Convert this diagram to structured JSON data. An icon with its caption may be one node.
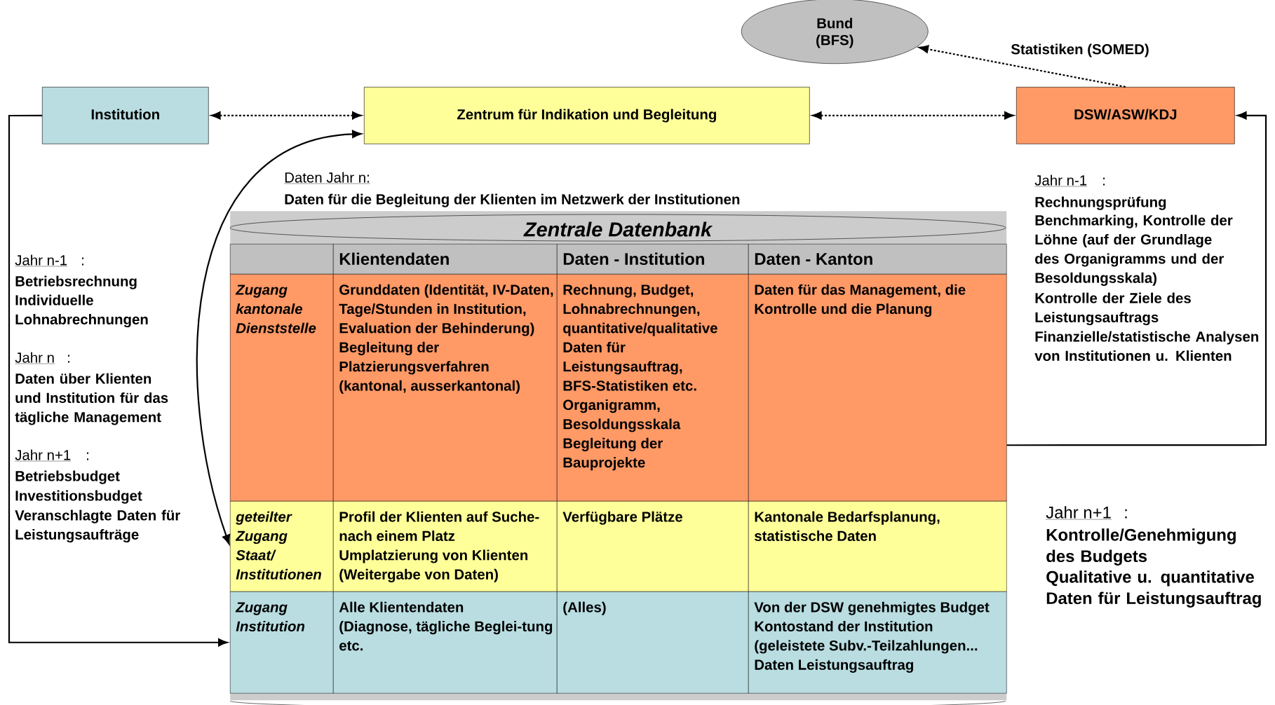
{
  "diagram": {
    "nodes": [
      {
        "text": [
          "Bund (BFS)"
        ]
      },
      {
        "text": [
          "Institution"
        ]
      },
      {
        "text": [
          "Zentrum für Indikation und Begleitung"
        ]
      },
      {
        "text": [
          "DSW/ASW/KDJ"
        ]
      },
      {
        "text": [
          "Zentrale Datenbank"
        ]
      },
      {
        "text": [],
        "shape": "box",
        "in": 4
      },
      {
        "text": [
          "Klientendaten"
        ],
        "in": 4
      },
      {
        "text": [
          "Daten - Institution"
        ],
        "in": 4
      },
      {
        "text": [
          "Daten - Kanton"
        ],
        "in": 4
      },
      {
        "text": [
          "Zugang kantonale Dienststelle"
        ],
        "in": 4
      },
      {
        "text": [
          "Grunddaten (Identität, IV-Daten, Tage/Stunden in Institution, Evaluation der Behinderung)",
          "Begleitung der Platzierungsverfahren (kantonal, ausserkantonal)"
        ],
        "in": 4
      },
      {
        "text": [
          "Rechnung, Budget, Lohnabrechnungen, quantitative/qualitative Daten für Leistungsauftrag, BFS-Statistiken etc.",
          "Organigramm, Besoldungsskala",
          "Begleitung der Bauprojekte"
        ],
        "in": 4
      },
      {
        "text": [
          "Daten für das Management, die Kontrolle und die Planung"
        ],
        "in": 4
      },
      {
        "text": [
          "geteilter Zugang",
          "Staat/ Institutionen"
        ],
        "in": 4
      },
      {
        "text": [
          "Profil der Klienten auf Suche- nach einem Platz",
          "Umplatzierung von Klienten (Weitergabe von Daten)"
        ],
        "in": 4
      },
      {
        "text": [
          "Verfügbare Plätze"
        ],
        "in": 4
      },
      {
        "text": [
          "Kantonale Bedarfsplanung, statistische Daten"
        ],
        "in": 4
      },
      {
        "text": [
          "Zugang Institution"
        ],
        "in": 4
      },
      {
        "text": [
          "Alle Klientendaten",
          "(Diagnose, tägliche Beglei-tung etc."
        ],
        "in": 4
      },
      {
        "text": [
          "(Alles)"
        ],
        "in": 4
      },
      {
        "text": [
          "Von der DSW genehmigtes Budget",
          "Kontostand der Institution",
          "(geleistete Subv.-Teilzahlungen...",
          "Daten Leistungsauftrag"
        ],
        "in": 4
      }
    ],
    "edges": [
      {
        "from": 1,
        "to": 2,
        "arrow": "both",
        "style": "dashed"
      },
      {
        "from": 2,
        "to": 3,
        "arrow": "both",
        "style": "dashed"
      },
      {
        "from": 3,
        "to": 0,
        "arrow": "to",
        "style": "dashed",
        "label": "Statistiken (SOMED)"
      },
      {
        "from": 2,
        "to": 13,
        "arrow": "both"
      },
      {
        "from": 1,
        "to": 17,
        "arrow": "to"
      },
      {
        "from": 12,
        "to": 3,
        "arrow": "to"
      }
    ],
    "labels": [
      "Daten Jahr n:",
      "Daten für die Begleitung der Klienten im Netzwerk der Institutionen",
      "Jahr n-1",
      ":",
      "Betriebsrechnung",
      "Individuelle Lohnabrechnungen",
      "Jahr n",
      ":",
      "Daten über Klienten und Institution für das tägliche Management",
      "Jahr n+1",
      ":",
      "Betriebsbudget",
      "Investitionsbudget",
      "Veranschlagte Daten für Leistungsaufträge",
      "Jahr n-1",
      ":",
      "Rechnungsprüfung",
      "Benchmarking, Kontrolle der Löhne (auf der Grundlage des Organigramms und der Besoldungsskala)",
      "Kontrolle der Ziele des Leistungsauftrags",
      "Finanzielle/statistische Analysen von Institutionen u. Klienten",
      "Jahr n+1",
      ":",
      "Kontrolle/Genehmigung des Budgets",
      "Qualitative u. quantitative Daten für Leistungsauftrag"
    ]
  }
}
